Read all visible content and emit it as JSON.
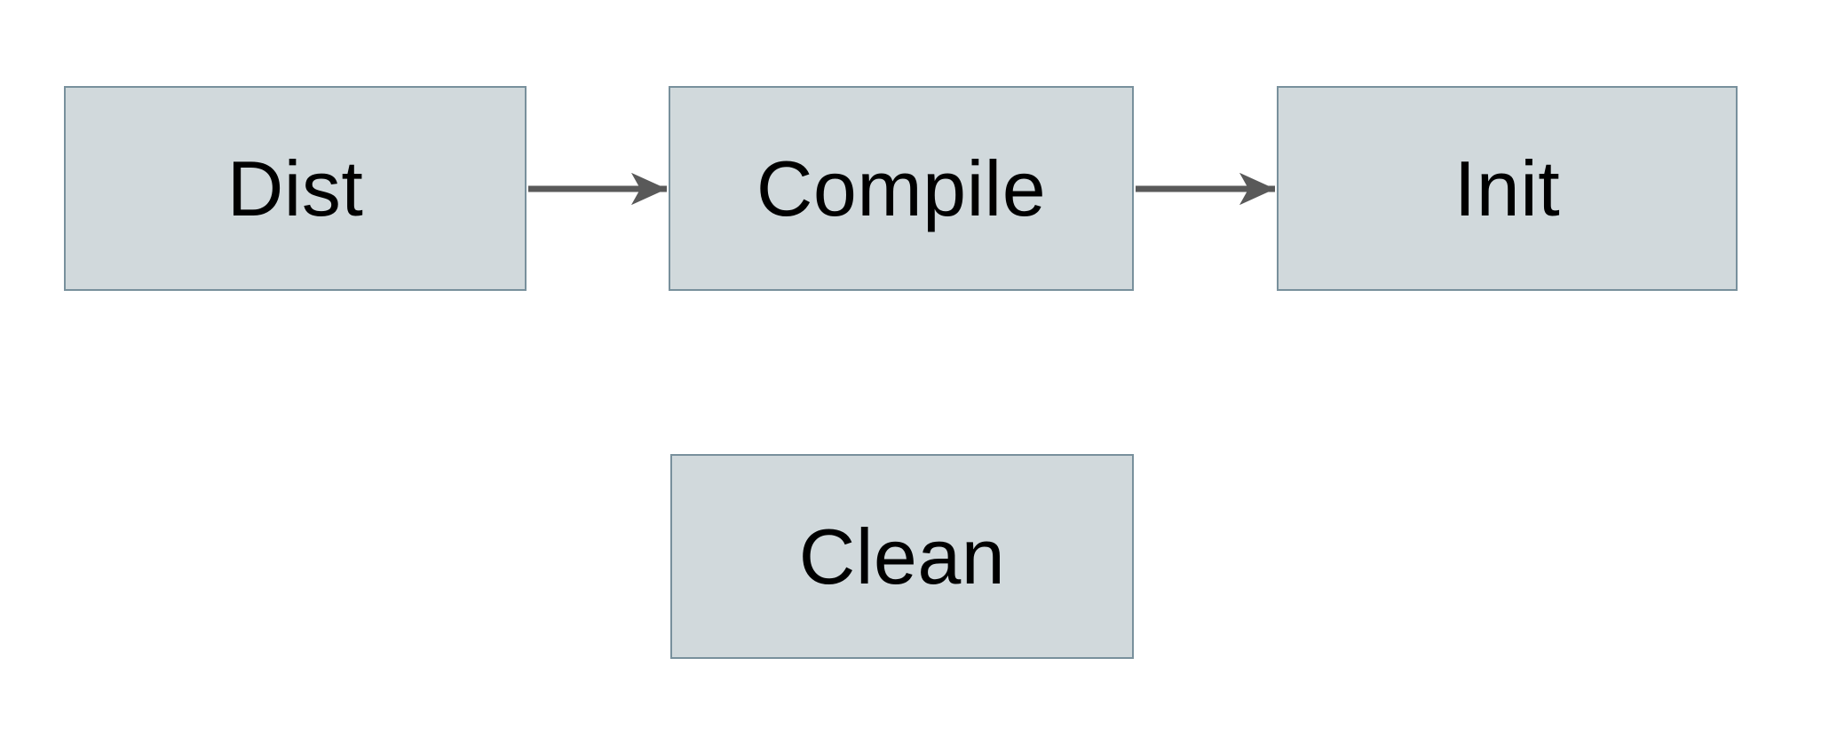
{
  "diagram": {
    "type": "flowchart",
    "colors": {
      "background": "#ffffff",
      "box-fill": "#d1d9dc",
      "box-border": "#78909c",
      "arrow-color": "#595959",
      "text-color": "#000000"
    },
    "nodes": [
      {
        "id": "dist",
        "label": "Dist"
      },
      {
        "id": "compile",
        "label": "Compile"
      },
      {
        "id": "init",
        "label": "Init"
      },
      {
        "id": "clean",
        "label": "Clean"
      }
    ],
    "edges": [
      {
        "from": "Dist",
        "to": "Compile",
        "style": "solid-arrow"
      },
      {
        "from": "Compile",
        "to": "Init",
        "style": "solid-arrow"
      }
    ]
  }
}
